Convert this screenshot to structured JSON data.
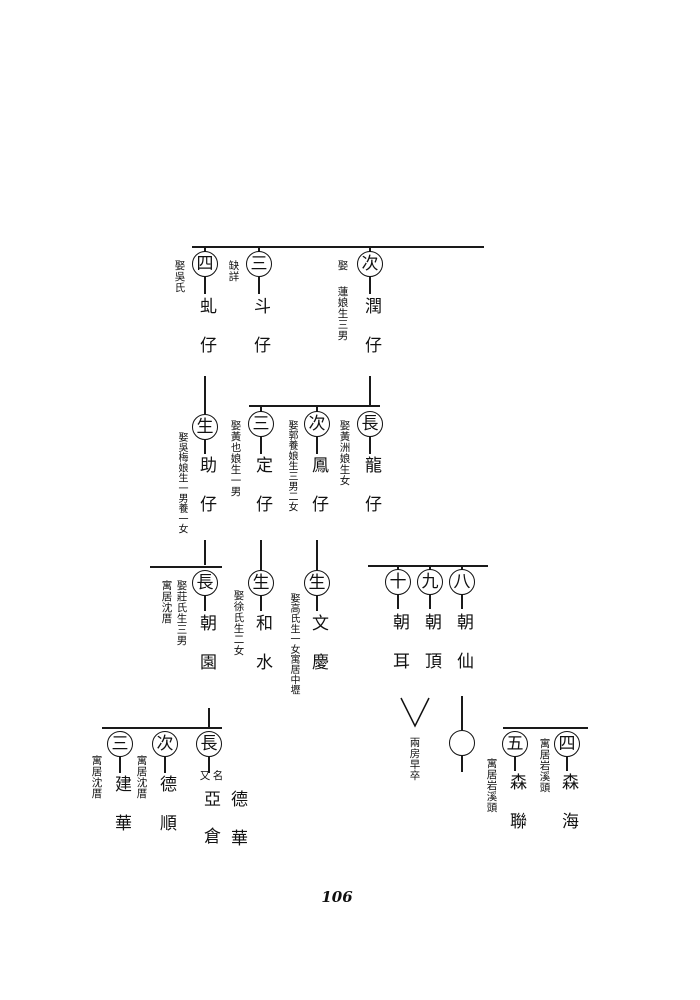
{
  "page_number": "106",
  "generation1": [
    {
      "id": "g1-1",
      "order": "四",
      "name": "虬仔",
      "note": [
        "娶吳氏"
      ]
    },
    {
      "id": "g1-2",
      "order": "三",
      "name": "斗仔",
      "note": [
        "缺詳"
      ]
    },
    {
      "id": "g1-3",
      "order": "次",
      "name": "潤仔",
      "note": [
        "娶",
        "蓮娘生三男"
      ]
    }
  ],
  "generation2": [
    {
      "id": "g2-1",
      "order": "生",
      "name": "助仔",
      "note": [
        "娶吳梅娘生一男養一女"
      ]
    },
    {
      "id": "g2-2",
      "order": "三",
      "name": "定仔",
      "note": [
        "娶黃也娘生一男"
      ]
    },
    {
      "id": "g2-3",
      "order": "次",
      "name": "鳳仔",
      "note": [
        "娶郭養娘生三男二女"
      ]
    },
    {
      "id": "g2-4",
      "order": "長",
      "name": "龍仔",
      "note": [
        "娶黃洲娘生女"
      ]
    }
  ],
  "generation3": [
    {
      "id": "g3-1",
      "order": "長",
      "name": "朝園",
      "note": [
        "娶莊氏生三男",
        "寓居沈厝"
      ]
    },
    {
      "id": "g3-2",
      "order": "生",
      "name": "和水",
      "note": [
        "娶徐氏生二女"
      ]
    },
    {
      "id": "g3-3",
      "order": "生",
      "name": "文慶",
      "note": [
        "娶高氏生一女寓居中壢"
      ]
    },
    {
      "id": "g3-4",
      "order": "十",
      "name": "朝耳",
      "note": []
    },
    {
      "id": "g3-5",
      "order": "九",
      "name": "朝頂",
      "note": []
    },
    {
      "id": "g3-6",
      "order": "八",
      "name": "朝仙",
      "note": []
    }
  ],
  "generation4": [
    {
      "id": "g4-1",
      "order": "三",
      "name": "建華",
      "note": [
        "寓居沈厝"
      ]
    },
    {
      "id": "g4-2",
      "order": "次",
      "name": "德順",
      "note": [
        "寓居沈厝"
      ]
    },
    {
      "id": "g4-3",
      "order": "長",
      "name": "亞倉",
      "note": [
        "名",
        "又"
      ]
    },
    {
      "id": "g4-3b",
      "order": "",
      "name": "德華",
      "note": []
    },
    {
      "id": "g4-4",
      "order": "五",
      "name": "森聯",
      "note": [
        "寓居岩溪頭"
      ]
    },
    {
      "id": "g4-5",
      "order": "四",
      "name": "森海",
      "note": [
        "寓居岩溪頭"
      ]
    }
  ],
  "branch_note": "兩房早卒"
}
